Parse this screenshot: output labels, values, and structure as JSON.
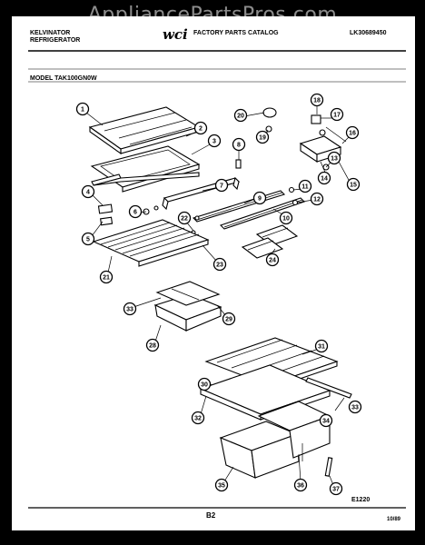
{
  "watermark": "AppliancePartsPros.com",
  "header": {
    "brand_line1": "KELVINATOR",
    "brand_line2": "REFRIGERATOR",
    "logo": "wci",
    "catalog_title": "FACTORY PARTS CATALOG",
    "catalog_number": "LK30689450",
    "model": "MODEL TAK100GN0W"
  },
  "footer": {
    "drawing_code": "E1220",
    "page": "B2",
    "date": "10/89"
  },
  "callouts": [
    {
      "label": "1"
    },
    {
      "label": "2"
    },
    {
      "label": "3"
    },
    {
      "label": "4"
    },
    {
      "label": "5"
    },
    {
      "label": "6"
    },
    {
      "label": "7"
    },
    {
      "label": "8"
    },
    {
      "label": "9"
    },
    {
      "label": "10"
    },
    {
      "label": "11"
    },
    {
      "label": "12"
    },
    {
      "label": "13"
    },
    {
      "label": "14"
    },
    {
      "label": "15"
    },
    {
      "label": "16"
    },
    {
      "label": "17"
    },
    {
      "label": "18"
    },
    {
      "label": "19"
    },
    {
      "label": "20"
    },
    {
      "label": "21"
    },
    {
      "label": "22"
    },
    {
      "label": "23"
    },
    {
      "label": "24"
    },
    {
      "label": "28"
    },
    {
      "label": "29"
    },
    {
      "label": "30"
    },
    {
      "label": "31"
    },
    {
      "label": "32"
    },
    {
      "label": "33"
    },
    {
      "label": "33"
    },
    {
      "label": "34"
    },
    {
      "label": "35"
    },
    {
      "label": "36"
    },
    {
      "label": "37"
    }
  ]
}
